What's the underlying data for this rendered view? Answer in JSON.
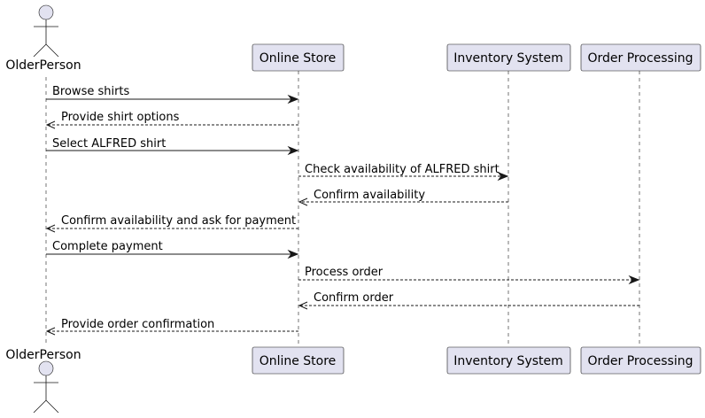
{
  "actor": {
    "name": "OlderPerson"
  },
  "participants": [
    {
      "name": "Online Store"
    },
    {
      "name": "Inventory System"
    },
    {
      "name": "Order Processing"
    }
  ],
  "messages": [
    {
      "from": "OlderPerson",
      "to": "Online Store",
      "label": "Browse shirts",
      "style": "solid"
    },
    {
      "from": "Online Store",
      "to": "OlderPerson",
      "label": "Provide shirt options",
      "style": "dashed"
    },
    {
      "from": "OlderPerson",
      "to": "Online Store",
      "label": "Select ALFRED shirt",
      "style": "solid"
    },
    {
      "from": "Online Store",
      "to": "Inventory System",
      "label": "Check availability of ALFRED shirt",
      "style": "dashed"
    },
    {
      "from": "Inventory System",
      "to": "Online Store",
      "label": "Confirm availability",
      "style": "dashed"
    },
    {
      "from": "Online Store",
      "to": "OlderPerson",
      "label": "Confirm availability and ask for payment",
      "style": "dashed"
    },
    {
      "from": "OlderPerson",
      "to": "Online Store",
      "label": "Complete payment",
      "style": "solid"
    },
    {
      "from": "Online Store",
      "to": "Order Processing",
      "label": "Process order",
      "style": "dashed"
    },
    {
      "from": "Order Processing",
      "to": "Online Store",
      "label": "Confirm order",
      "style": "dashed"
    },
    {
      "from": "Online Store",
      "to": "OlderPerson",
      "label": "Provide order confirmation",
      "style": "dashed"
    }
  ]
}
